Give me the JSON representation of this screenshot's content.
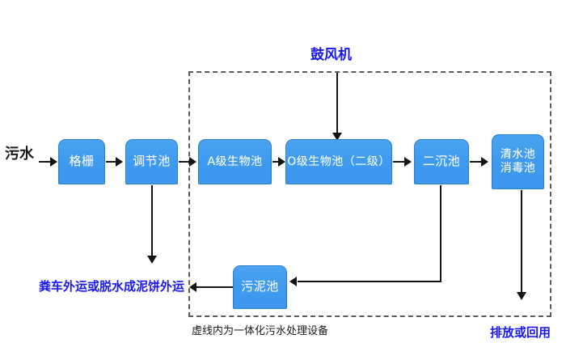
{
  "diagram": {
    "title_note": "虚线内为一体化污水处理设备",
    "enclosure_label": "虚线内为一体化污水处理设备",
    "blower_label": "鼓风机",
    "inlet_label": "污水",
    "sludge_outlet_label": "粪车外运或脱水成泥饼外运",
    "effluent_label": "排放或回用"
  },
  "nodes": [
    {
      "id": "grille",
      "label": "格栅"
    },
    {
      "id": "equalization",
      "label": "调节池"
    },
    {
      "id": "a-stage",
      "label": "A级生物池"
    },
    {
      "id": "o-stage",
      "label": "O级生物池（二级）"
    },
    {
      "id": "clarifier",
      "label": "二沉池"
    },
    {
      "id": "clearwater",
      "label": "清水池\n消毒池"
    },
    {
      "id": "sludge",
      "label": "污泥池"
    }
  ],
  "colors": {
    "node_fill": "#3f9bef",
    "node_border": "#2f7fd0",
    "node_text": "#ffffff",
    "label_blue": "#1a17ee",
    "label_dark": "#1a1a1a",
    "connector": "#141414",
    "dashed_border": "#5a5a5a",
    "background": "#ffffff"
  }
}
